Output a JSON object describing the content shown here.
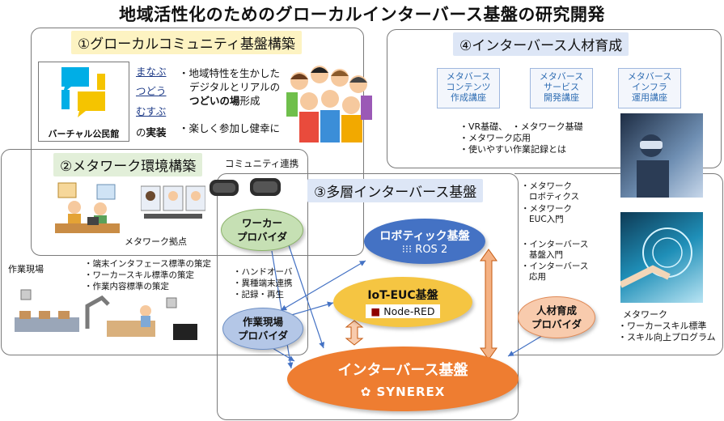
{
  "title": "地域活性化のためのグローカルインターバース基盤の研究開発",
  "section1": {
    "header": "①グローカルコミュニティ基盤構築",
    "logo_caption": "バーチャル公民館",
    "verbs": [
      "まなぶ",
      "つどう",
      "むすぶ"
    ],
    "verb_suffix_pre": "の",
    "verb_suffix_bold": "実装",
    "bullet1_line1": "・地域特性を生かした",
    "bullet1_line2": "デジタルとリアルの",
    "bullet1_line3_bold": "つどいの場",
    "bullet1_line3_rest": "形成",
    "bullet2": "・楽しく参加し健幸に"
  },
  "section2": {
    "header": "②メタワーク環境構築",
    "vr_label": "コミュニティ連携",
    "base_label": "メタワーク拠点",
    "site_label": "作業現場",
    "standards": [
      "・端末インタフェース標準の策定",
      "・ワーカースキル標準の策定",
      "・作業内容標準の策定"
    ]
  },
  "section3": {
    "header": "③多層インターバース基盤",
    "worker_provider": [
      "ワーカー",
      "プロバイダ"
    ],
    "site_provider": [
      "作業現場",
      "プロバイダ"
    ],
    "handover": [
      "・ハンドオーバ",
      "・異種端末連携",
      "・記録・再生"
    ],
    "robotics": "ロボティック基盤",
    "ros": "ROS 2",
    "iot": "IoT-EUC基盤",
    "nodered": "Node-RED",
    "interverse": "インターバース基盤",
    "synerex": "SYNEREX"
  },
  "section4": {
    "header": "④インターバース人材育成",
    "courses": [
      [
        "メタバース",
        "コンテンツ",
        "作成講座"
      ],
      [
        "メタバース",
        "サービス",
        "開発講座"
      ],
      [
        "メタバース",
        "インフラ",
        "運用講座"
      ]
    ],
    "topics": [
      "・VR基礎、　・メタワーク基礎",
      "・メタワーク応用",
      "・使いやすい作業記録とは"
    ],
    "mid_list": [
      "・メタワーク",
      "ロボティクス",
      "・メタワーク",
      "EUC入門",
      "・インターバース",
      "基盤入門",
      "・インターバース",
      "応用"
    ],
    "hr_provider": [
      "人材育成",
      "プロバイダ"
    ],
    "bottom_list": [
      "メタワーク",
      "・ワーカースキル標準",
      "・スキル向上プログラム"
    ]
  },
  "colors": {
    "robotics_fill": "#4472c4",
    "iot_fill": "#f5c542",
    "interverse_fill": "#ee7d31",
    "provider_green": "#c6e0b4",
    "provider_blue": "#b4c7e7",
    "provider_orange": "#f8cbad",
    "arrow_orange": "#f4b183"
  }
}
